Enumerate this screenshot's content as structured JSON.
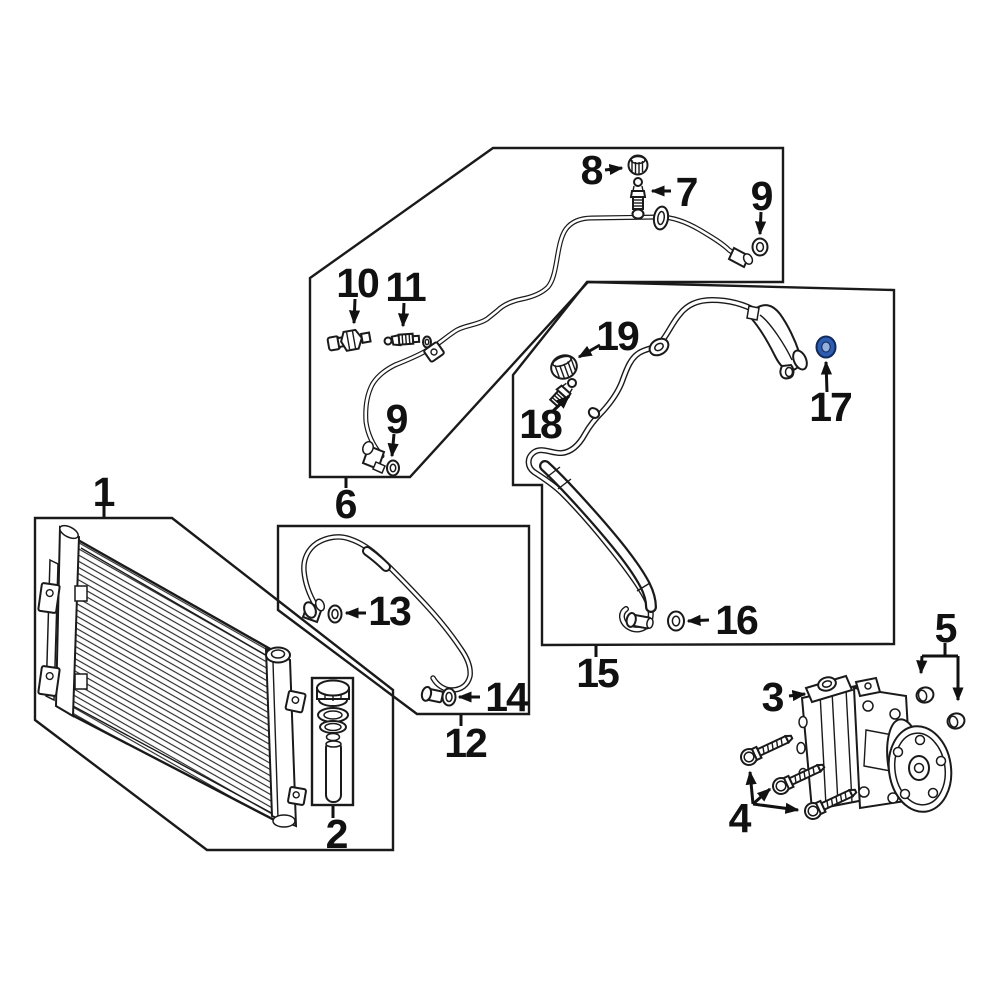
{
  "figure": {
    "kind": "exploded-parts-diagram",
    "highlighted_callout": "17"
  },
  "colors": {
    "background": "#ffffff",
    "line": "#1a1a1a",
    "highlight_ring": "#2e5cb0",
    "highlight_ring_inner": "#93afdc",
    "highlight_ring_edge": "#102a5c"
  },
  "callouts": {
    "c01": "1",
    "c02": "2",
    "c03": "3",
    "c04": "4",
    "c05": "5",
    "c06": "6",
    "c07": "7",
    "c08": "8",
    "c09_upper": "9",
    "c09_lower": "9",
    "c10": "10",
    "c11": "11",
    "c12": "12",
    "c13": "13",
    "c14": "14",
    "c15": "15",
    "c16": "16",
    "c17": "17",
    "c18": "18",
    "c19": "19"
  }
}
